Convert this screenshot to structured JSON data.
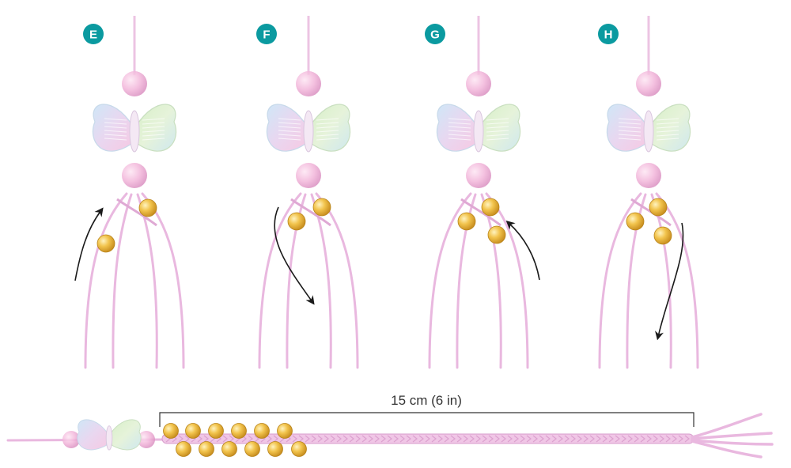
{
  "steps": [
    {
      "id": "E",
      "label": "E"
    },
    {
      "id": "F",
      "label": "F"
    },
    {
      "id": "G",
      "label": "G"
    },
    {
      "id": "H",
      "label": "H"
    }
  ],
  "measurement": {
    "label": "15 cm (6 in)"
  },
  "colors": {
    "badge": "#0b9aa0",
    "cord": "#e9b8df",
    "cord_dark": "#d79ccc",
    "bead_pink": "#f2b6da",
    "bead_gold": "#f0c24a",
    "arrow": "#1a1a1a",
    "bracket": "#333333"
  },
  "icons": {
    "bead": "bead-icon",
    "butterfly": "butterfly-bead-icon",
    "arrow": "direction-arrow-icon"
  }
}
